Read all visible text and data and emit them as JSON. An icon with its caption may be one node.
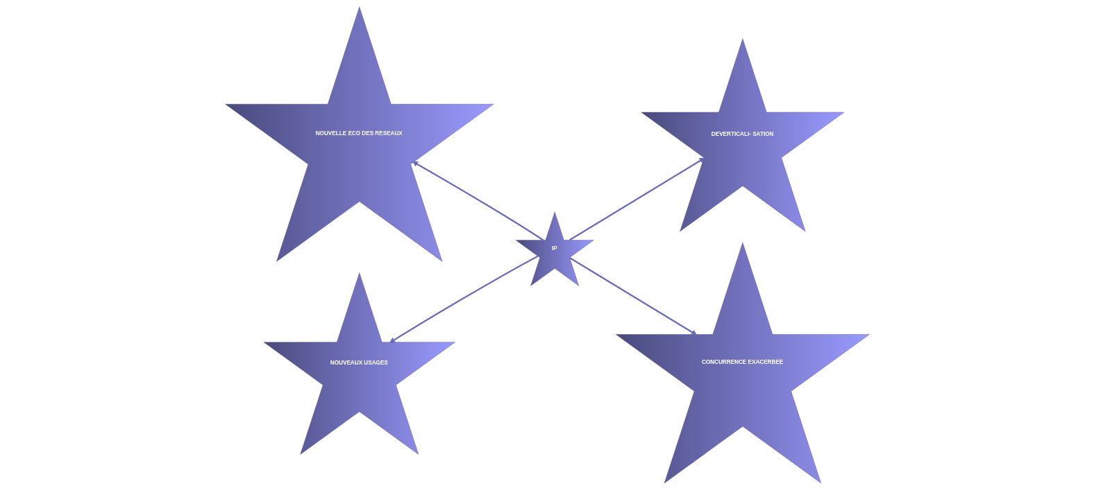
{
  "diagram": {
    "nodes": [
      {
        "text": [
          "NOUVELLE ECO DES RESEAUX"
        ]
      },
      {
        "text": [
          "DEVERTICALI- SATION"
        ]
      },
      {
        "text": [
          "IP"
        ]
      },
      {
        "text": [
          "NOUVEAUX USAGES"
        ]
      },
      {
        "text": [
          "CONCURRENCE EXACERBEE"
        ]
      }
    ],
    "edges": [
      {
        "from": 2,
        "to": 0,
        "arrow": "to"
      },
      {
        "from": 2,
        "to": 1,
        "arrow": "to"
      },
      {
        "from": 2,
        "to": 3,
        "arrow": "to"
      },
      {
        "from": 2,
        "to": 4,
        "arrow": "to"
      }
    ]
  }
}
